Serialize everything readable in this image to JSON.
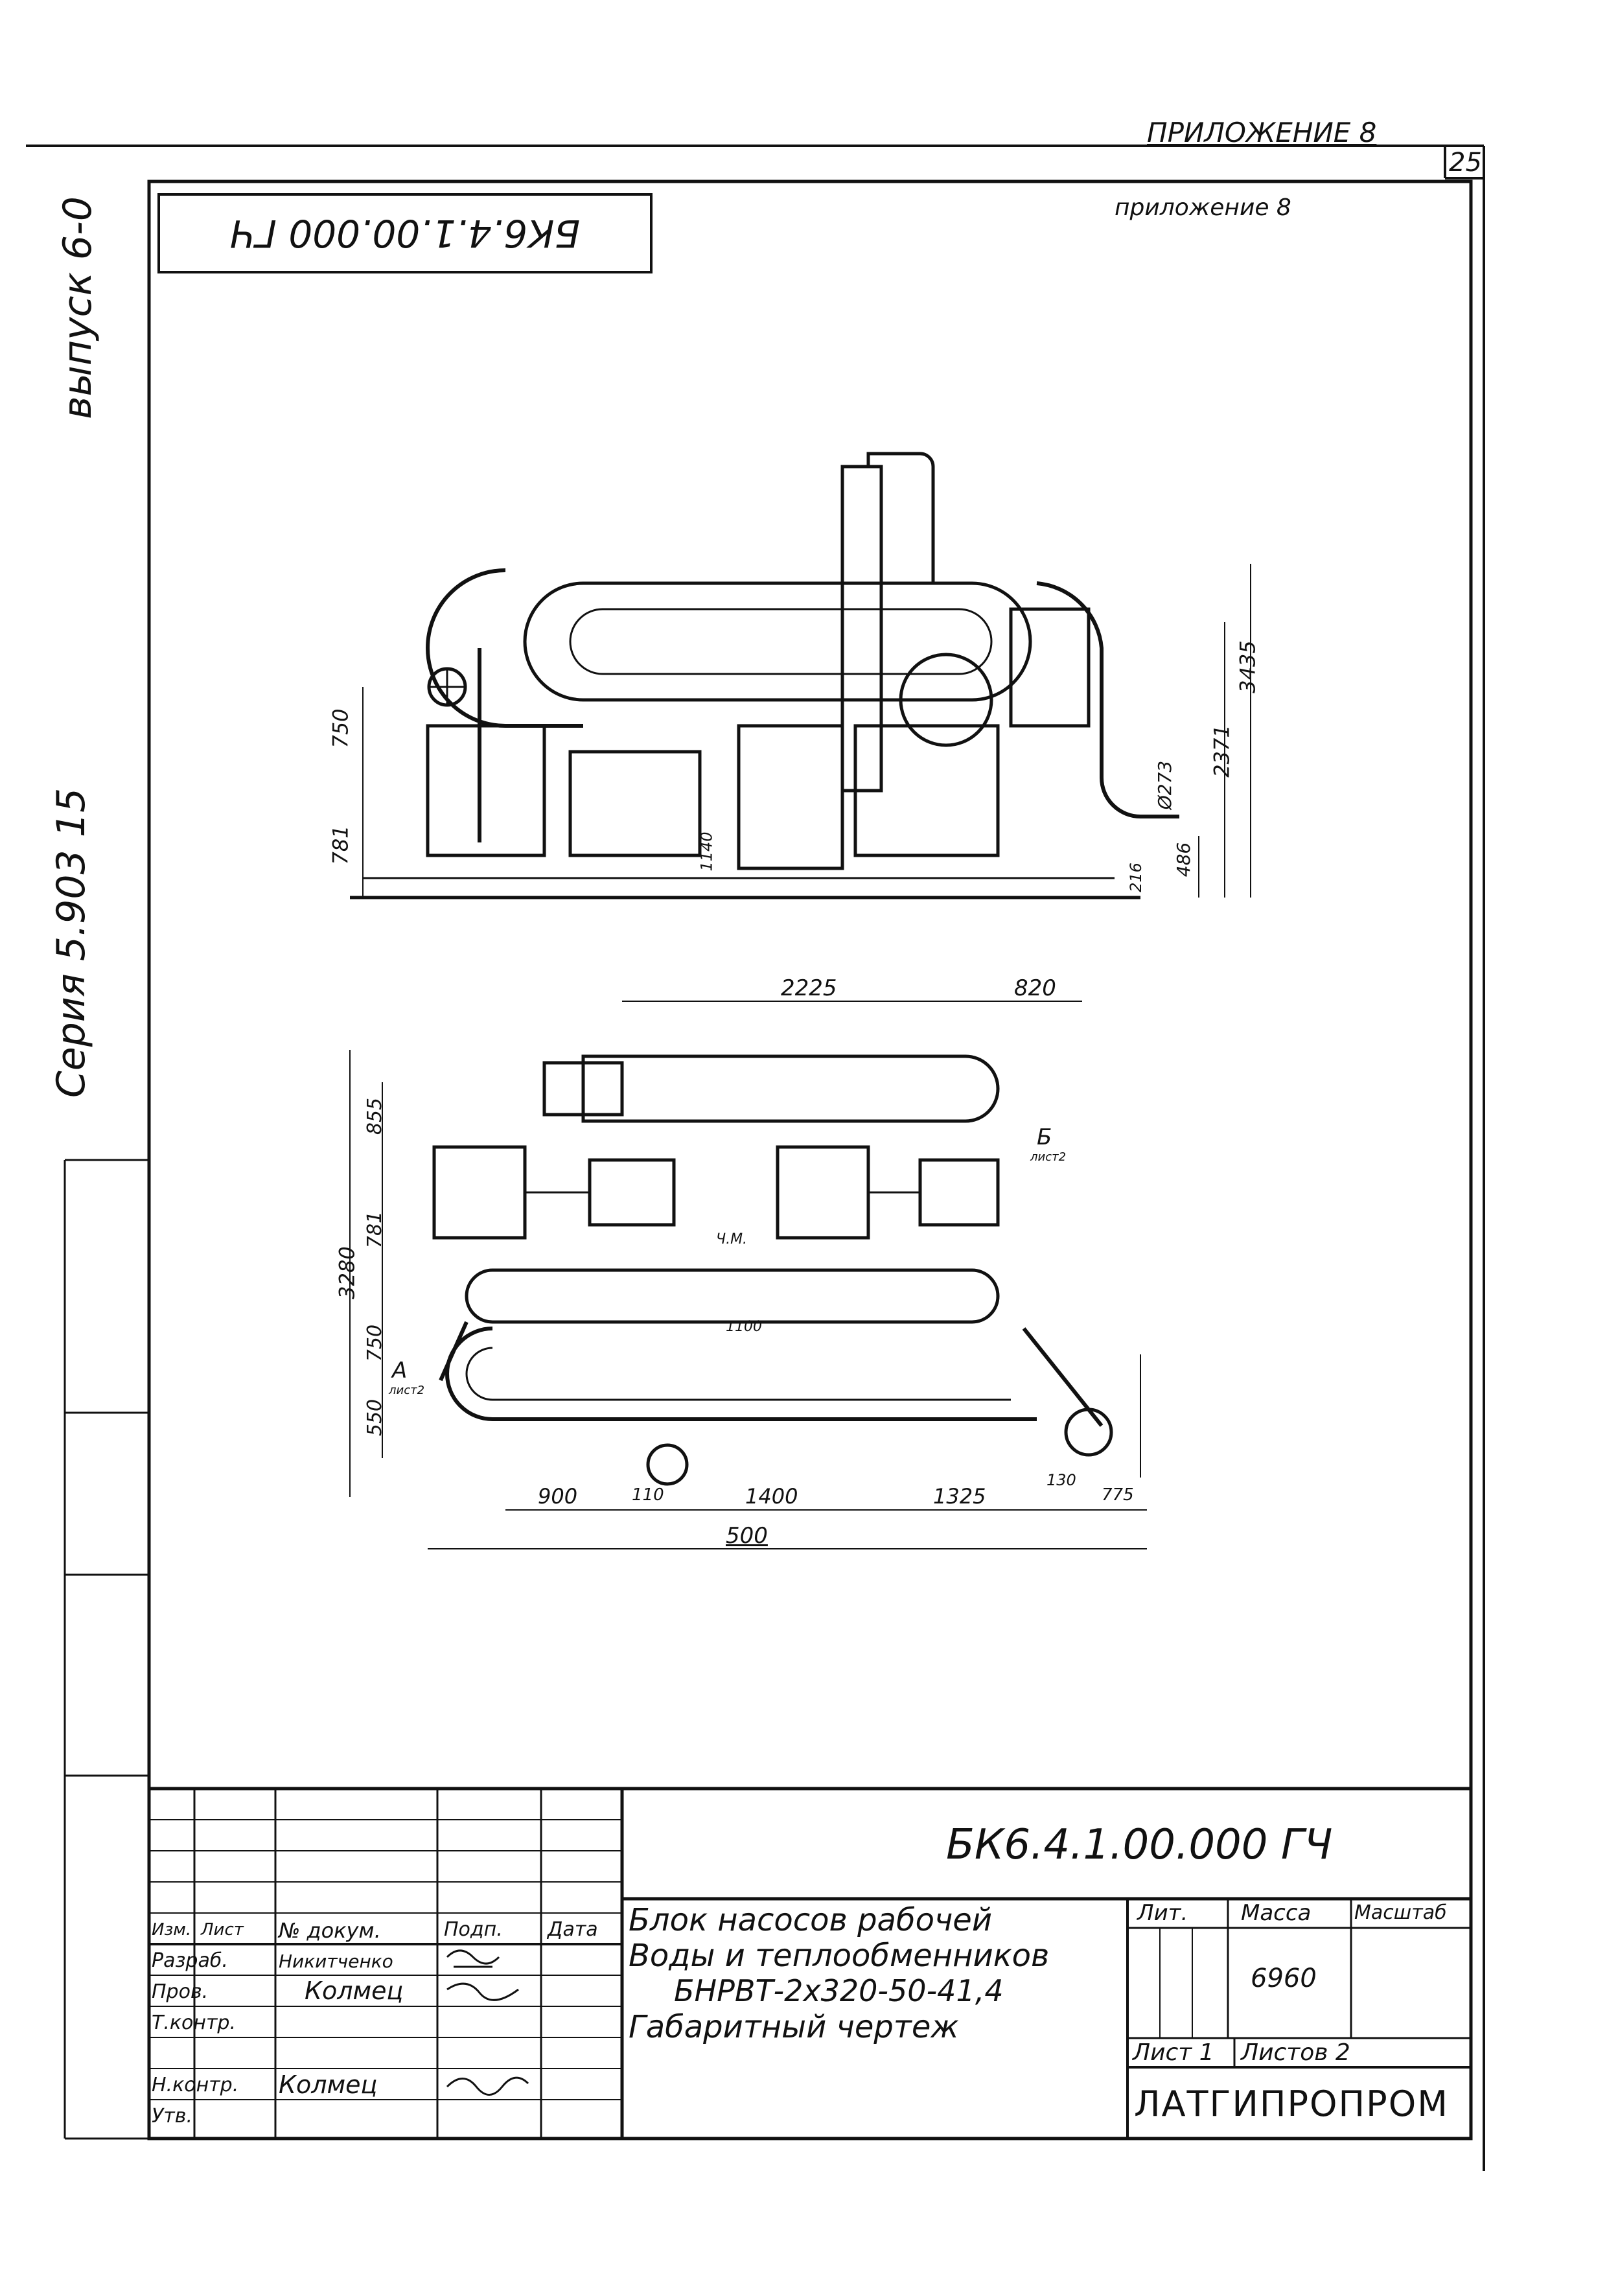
{
  "header": {
    "appendix_top": "ПРИЛОЖЕНИЕ 8",
    "sheet_number": "25",
    "appendix_inner": "приложение 8"
  },
  "margin": {
    "series": "Серия 5.903 15",
    "issue": "выпуск 6-0"
  },
  "rotated_code": "БК6.4.1.00.000 ГЧ",
  "drawing_top": {
    "dims": [
      "750",
      "781",
      "3435",
      "2371",
      "Ø273",
      "486",
      "216",
      "1140"
    ]
  },
  "drawing_plan": {
    "dims_top": [
      "2225",
      "820"
    ],
    "dims_left": [
      "855",
      "781",
      "3280",
      "750",
      "550"
    ],
    "dims_bottom": [
      "900",
      "110",
      "1400",
      "1325",
      "130",
      "775"
    ],
    "overall": "500",
    "section_a": "А",
    "section_a_note": "лист2",
    "section_b": "Б",
    "section_b_note": "лист2",
    "label_um": "Ч.М.",
    "label_1100": "1100"
  },
  "title_block": {
    "code": "БК6.4.1.00.000 ГЧ",
    "title_lines": [
      "Блок насосов рабочей",
      "Воды и теплообменников",
      "БНРВТ-2х320-50-41,4",
      "Габаритный чертеж"
    ],
    "col_headers": [
      "Изм.",
      "Лист",
      "№ докум.",
      "Подп.",
      "Дата"
    ],
    "rows": [
      {
        "role": "Разраб.",
        "name": "Никитченко"
      },
      {
        "role": "Пров.",
        "name": "Колмец"
      },
      {
        "role": "Т.контр.",
        "name": ""
      },
      {
        "role": "Н.контр.",
        "name": "Колмец"
      },
      {
        "role": "Утв.",
        "name": ""
      }
    ],
    "lit_label": "Лит.",
    "mass_label": "Масса",
    "scale_label": "Масштаб",
    "mass_value": "6960",
    "sheet_label": "Лист 1",
    "sheets_label": "Листов 2",
    "organization": "ЛАТГИПРОПРОМ"
  }
}
